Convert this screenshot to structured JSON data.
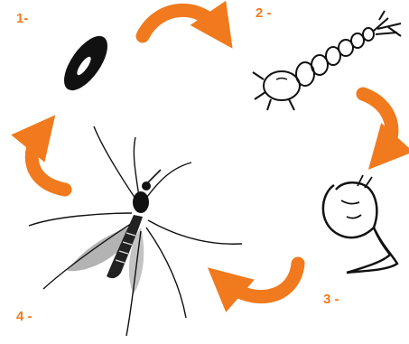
{
  "stages": [
    {
      "number_label": "1-",
      "icon": "egg-icon"
    },
    {
      "number_label": "2 -",
      "icon": "larva-icon"
    },
    {
      "number_label": "3 -",
      "icon": "pupa-icon"
    },
    {
      "number_label": "4 -",
      "icon": "adult-mosquito-icon"
    }
  ],
  "colors": {
    "arrow": "#f07a1d",
    "label": "#f07a1d",
    "ink": "#111111"
  }
}
